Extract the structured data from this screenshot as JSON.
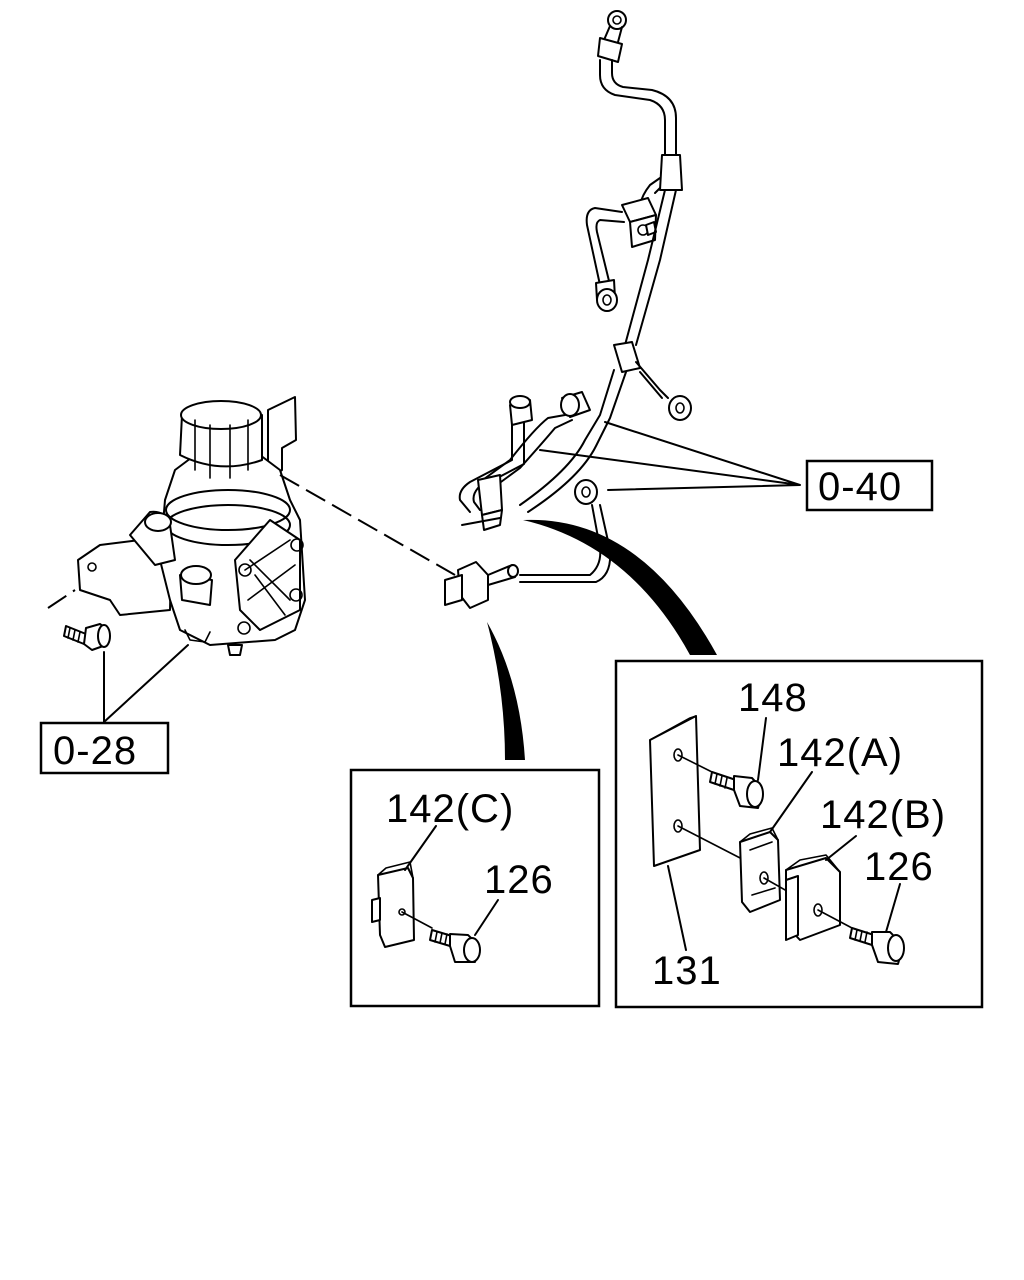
{
  "references": {
    "ref_0_40": "0-40",
    "ref_0_28": "0-28"
  },
  "detail_c": {
    "clip_label": "142(C)",
    "bolt_label": "126"
  },
  "detail_ab": {
    "bolt_top_label": "148",
    "clip_a_label": "142(A)",
    "clip_b_label": "142(B)",
    "bolt_label": "126",
    "bracket_label": "131"
  }
}
